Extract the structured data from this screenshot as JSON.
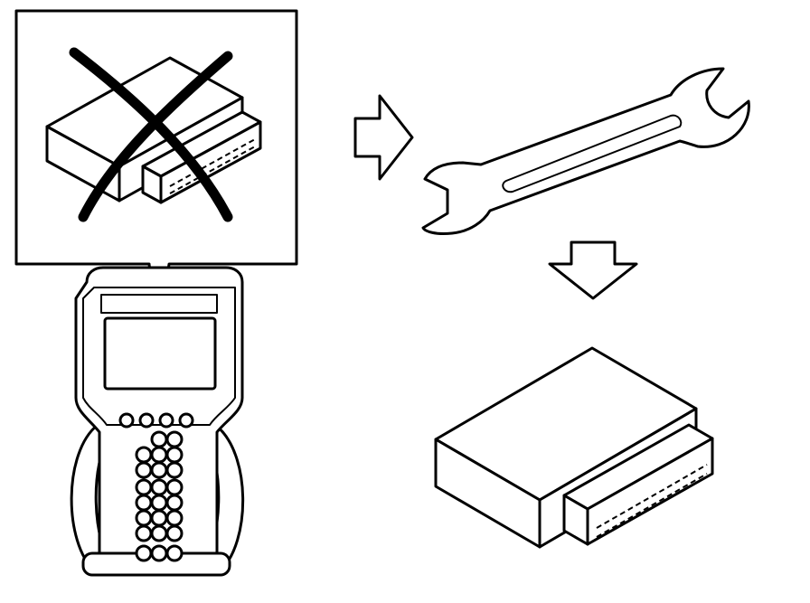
{
  "diagram": {
    "steps": [
      {
        "id": "scan-tool",
        "icon": "handheld-scan-tool-icon"
      },
      {
        "id": "module-rejected",
        "icon": "crossed-out-control-module-icon"
      },
      {
        "id": "arrow-right",
        "icon": "arrow-right-icon"
      },
      {
        "id": "wrench",
        "icon": "open-end-wrench-icon"
      },
      {
        "id": "arrow-down",
        "icon": "arrow-down-icon"
      },
      {
        "id": "module-replaced",
        "icon": "control-module-icon"
      }
    ],
    "colors": {
      "stroke": "#000000",
      "background": "#ffffff"
    }
  }
}
